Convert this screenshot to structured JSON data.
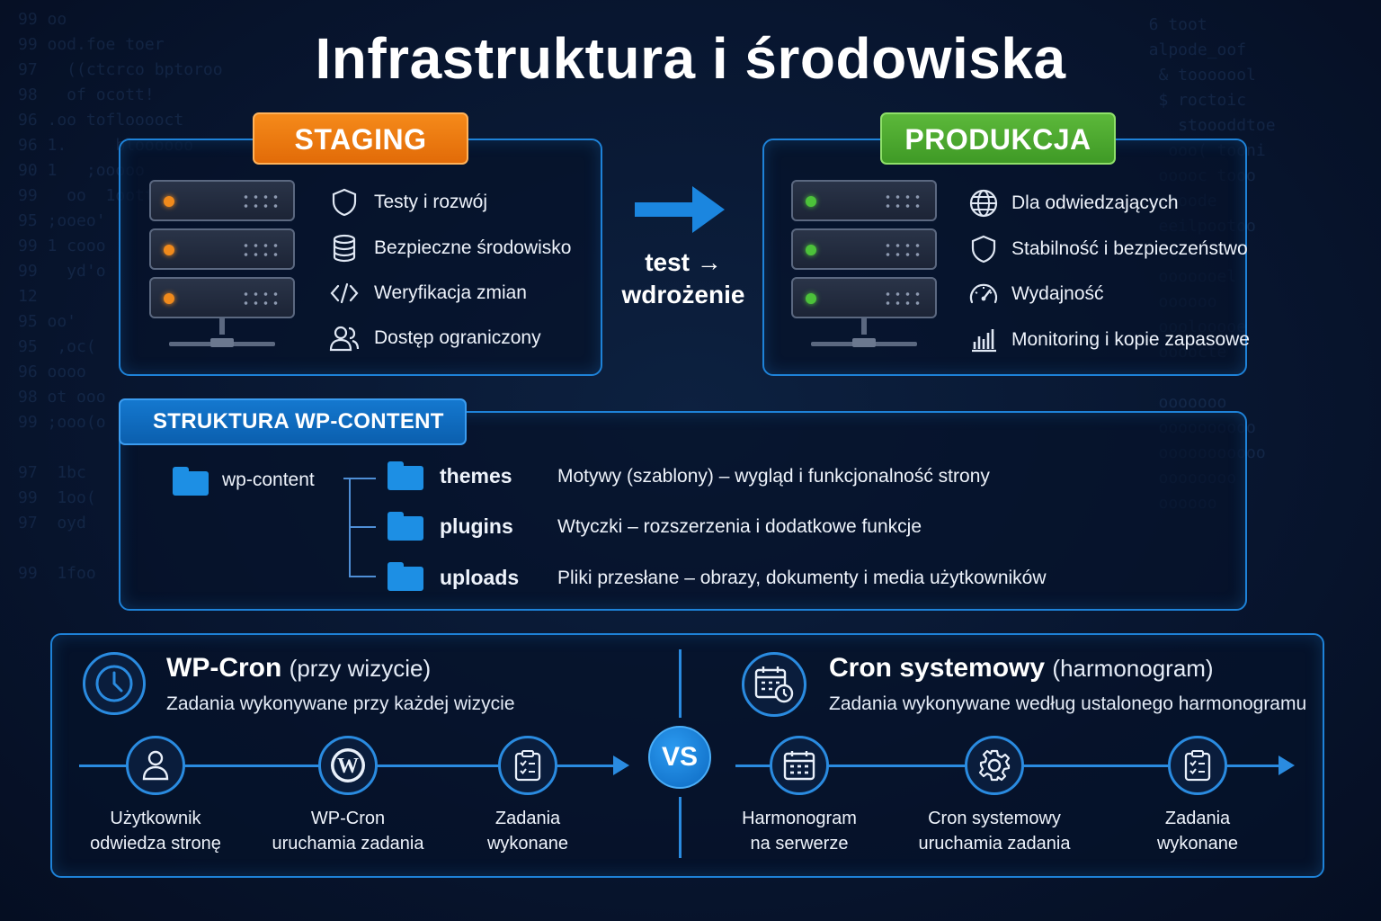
{
  "title": "Infrastruktura i środowiska",
  "staging": {
    "label": "STAGING",
    "features": [
      {
        "icon": "shield-icon",
        "text": "Testy i rozwój"
      },
      {
        "icon": "database-icon",
        "text": "Bezpieczne środowisko"
      },
      {
        "icon": "code-icon",
        "text": "Weryfikacja zmian"
      },
      {
        "icon": "users-icon",
        "text": "Dostęp ograniczony"
      }
    ]
  },
  "transition": {
    "line1": "test →",
    "line2": "wdrożenie"
  },
  "production": {
    "label": "PRODUKCJA",
    "features": [
      {
        "icon": "globe-icon",
        "text": "Dla odwiedzających"
      },
      {
        "icon": "shield-icon",
        "text": "Stabilność i bezpieczeństwo"
      },
      {
        "icon": "speedometer-icon",
        "text": "Wydajność"
      },
      {
        "icon": "bar-chart-icon",
        "text": "Monitoring i kopie zapasowe"
      }
    ]
  },
  "wp_content": {
    "label": "STRUKTURA WP-CONTENT",
    "root": "wp-content",
    "folders": [
      {
        "name": "themes",
        "desc": "Motywy (szablony) – wygląd i funkcjonalność strony"
      },
      {
        "name": "plugins",
        "desc": "Wtyczki – rozszerzenia i dodatkowe funkcje"
      },
      {
        "name": "uploads",
        "desc": "Pliki przesłane – obrazy, dokumenty i media użytkowników"
      }
    ]
  },
  "wpcron": {
    "title": "WP-Cron",
    "subtitle": "(przy wizycie)",
    "desc": "Zadania wykonywane przy każdej wizycie",
    "steps": [
      {
        "icon": "user-icon",
        "line1": "Użytkownik",
        "line2": "odwiedza stronę"
      },
      {
        "icon": "wordpress-icon",
        "line1": "WP-Cron",
        "line2": "uruchamia zadania"
      },
      {
        "icon": "clipboard-check-icon",
        "line1": "Zadania",
        "line2": "wykonane"
      }
    ]
  },
  "vs": "VS",
  "systemcron": {
    "title": "Cron systemowy",
    "subtitle": "(harmonogram)",
    "desc": "Zadania wykonywane według ustalonego harmonogramu",
    "steps": [
      {
        "icon": "calendar-icon",
        "line1": "Harmonogram",
        "line2": "na serwerze"
      },
      {
        "icon": "gear-icon",
        "line1": "Cron systemowy",
        "line2": "uruchamia zadania"
      },
      {
        "icon": "clipboard-check-icon",
        "line1": "Zadania",
        "line2": "wykonane"
      }
    ]
  },
  "colors": {
    "staging": "#e97810",
    "production": "#4caa30",
    "accent": "#1e82d8",
    "background": "#081630"
  }
}
